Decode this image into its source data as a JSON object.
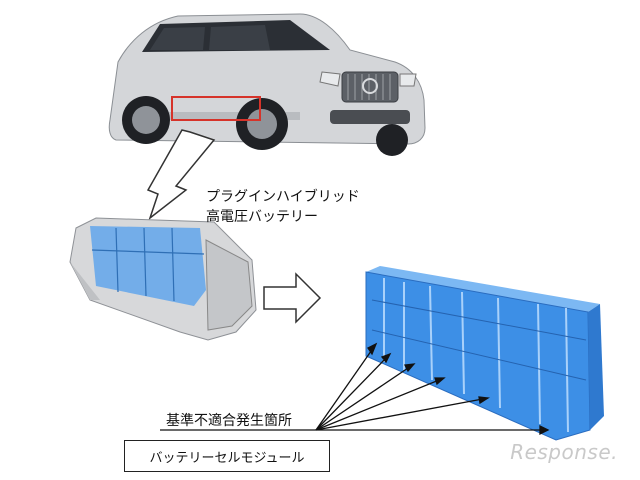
{
  "labels": {
    "phev_battery_line1": "プラグインハイブリッド",
    "phev_battery_line2": "高電圧バッテリー",
    "defect_location": "基準不適合発生箇所",
    "module_name": "バッテリーセルモジュール"
  },
  "watermark": "Response.",
  "colors": {
    "battery_blue": "#3d8fe6",
    "car_silver": "#c9ccd0",
    "highlight_red": "#d6332a"
  },
  "icons": [
    "car-illustration",
    "battery-pack-illustration",
    "battery-module-illustration",
    "arrow-right-outline",
    "zigzag-arrow-icon"
  ]
}
